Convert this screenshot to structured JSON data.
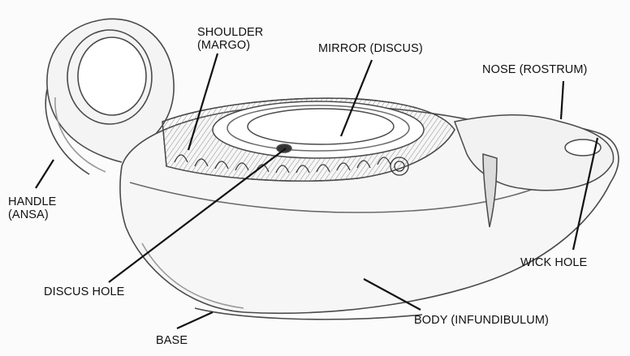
{
  "labels": {
    "shoulder": {
      "line1": "SHOULDER",
      "line2": "(MARGO)"
    },
    "mirror": "MIRROR (DISCUS)",
    "nose": "NOSE (ROSTRUM)",
    "handle": {
      "line1": "HANDLE",
      "line2": "(ANSA)"
    },
    "wick_hole": "WICK HOLE",
    "discus_hole": "DISCUS HOLE",
    "body": "BODY (INFUNDIBULUM)",
    "base": "BASE"
  },
  "colors": {
    "ink": "#111111",
    "paper": "#fbfbfb",
    "sketch": "#4a4a4a",
    "shade": "#9a9a9a"
  }
}
